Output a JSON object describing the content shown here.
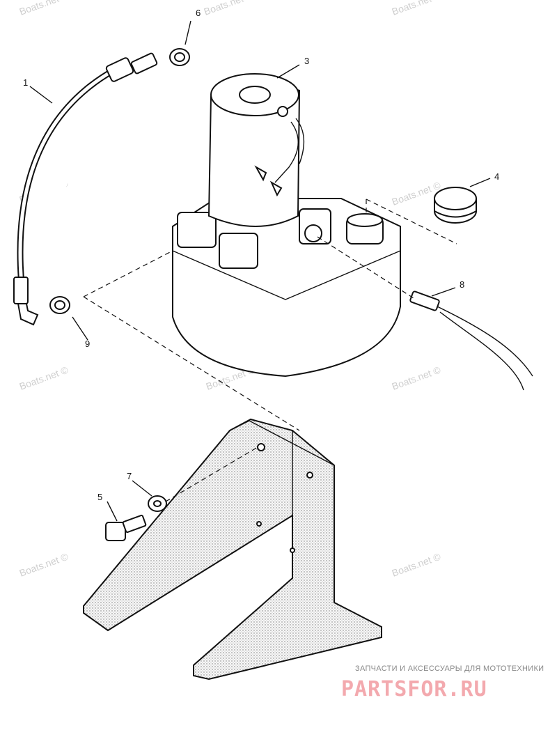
{
  "callouts": [
    "1",
    "3",
    "4",
    "5",
    "6",
    "7",
    "8",
    "9"
  ],
  "watermark": "Boats.net ©",
  "brand": {
    "tagline": "ЗАПЧАСТИ И АКСЕССУАРЫ ДЛЯ МОТОТЕХНИКИ",
    "name": "PARTSFOR.RU"
  }
}
